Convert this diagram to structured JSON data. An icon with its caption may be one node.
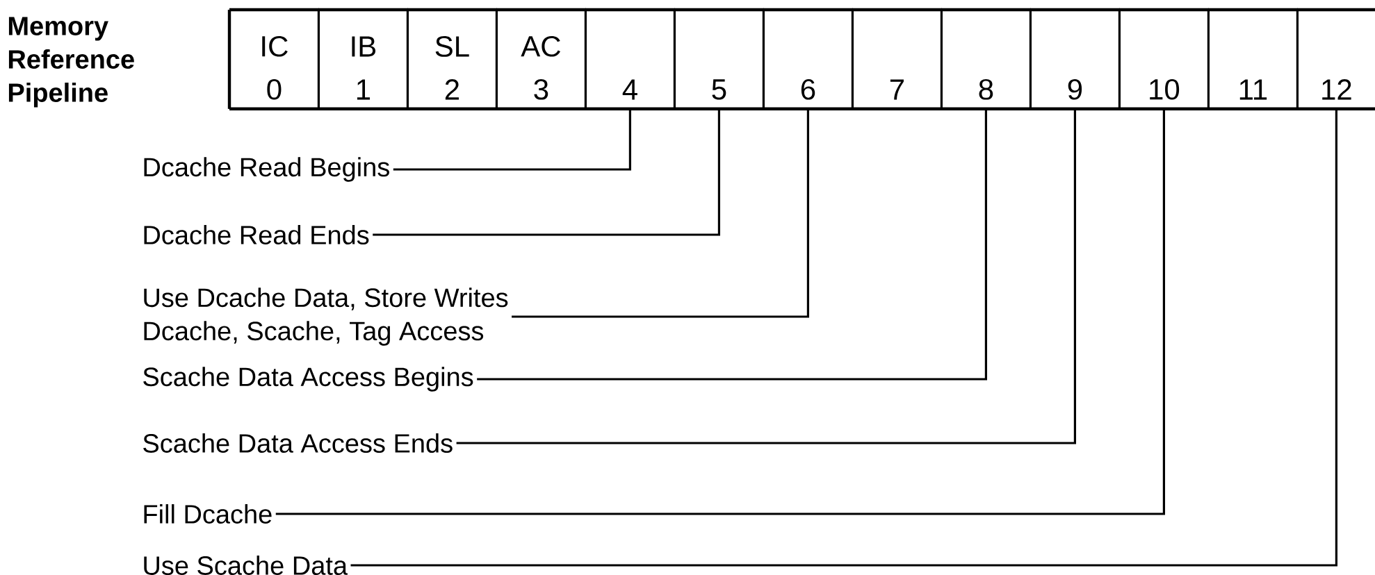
{
  "diagram": {
    "title": "Memory Reference Pipeline",
    "nodes": [
      {
        "text": [
          "IC",
          "0"
        ]
      },
      {
        "text": [
          "IB",
          "1"
        ]
      },
      {
        "text": [
          "SL",
          "2"
        ]
      },
      {
        "text": [
          "AC",
          "3"
        ]
      },
      {
        "text": [
          "4"
        ]
      },
      {
        "text": [
          "5"
        ]
      },
      {
        "text": [
          "6"
        ]
      },
      {
        "text": [
          "7"
        ]
      },
      {
        "text": [
          "8"
        ]
      },
      {
        "text": [
          "9"
        ]
      },
      {
        "text": [
          "10"
        ]
      },
      {
        "text": [
          "11"
        ]
      },
      {
        "text": [
          "12"
        ]
      },
      {
        "text": [
          "Dcache Read Begins"
        ]
      },
      {
        "text": [
          "Dcache Read Ends"
        ]
      },
      {
        "text": [
          "Use Dcache Data, Store Writes",
          "Dcache, Scache, Tag Access"
        ]
      },
      {
        "text": [
          "Scache Data Access Begins"
        ]
      },
      {
        "text": [
          "Scache Data Access Ends"
        ]
      },
      {
        "text": [
          "Fill Dcache"
        ]
      },
      {
        "text": [
          "Use Scache Data"
        ]
      }
    ],
    "edges": [
      {
        "from": 13,
        "to": 4,
        "arrow": "none"
      },
      {
        "from": 14,
        "to": 5,
        "arrow": "none"
      },
      {
        "from": 15,
        "to": 6,
        "arrow": "none"
      },
      {
        "from": 16,
        "to": 8,
        "arrow": "none"
      },
      {
        "from": 17,
        "to": 9,
        "arrow": "none"
      },
      {
        "from": 18,
        "to": 10,
        "arrow": "none"
      },
      {
        "from": 19,
        "to": 12,
        "arrow": "none"
      }
    ]
  }
}
